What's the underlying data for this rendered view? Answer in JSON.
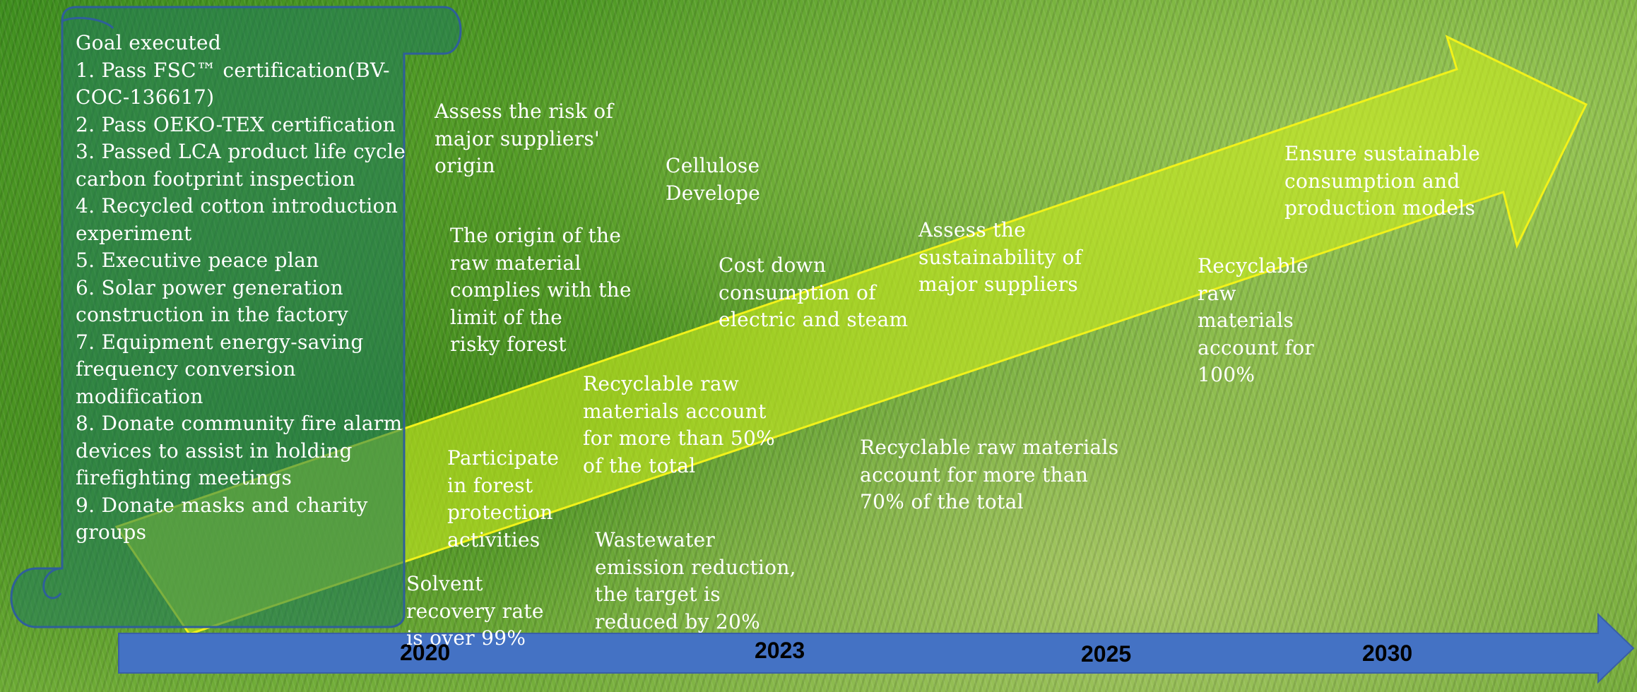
{
  "goal_box": {
    "title": "Goal executed",
    "items": [
      "1. Pass FSC™ certification(BV-COC-136617)",
      "2. Pass OEKO-TEX certification",
      "3. Passed LCA product life cycle carbon footprint inspection",
      "4. Recycled cotton introduction experiment",
      "5. Executive peace plan",
      "6. Solar power generation construction in the factory",
      "7. Equipment energy-saving frequency conversion modification",
      "8. Donate community fire alarm devices to assist in holding firefighting meetings",
      "9. Donate masks and charity groups"
    ]
  },
  "timeline": {
    "years": [
      "2020",
      "2023",
      "2025",
      "2030"
    ]
  },
  "notes": {
    "risk_origin": "Assess the risk of\nmajor suppliers'\norigin",
    "cellulose": "Cellulose\nDevelope",
    "raw_origin": "The origin of the\nraw material\ncomplies with the\nlimit of the\nrisky forest",
    "cost_down": "Cost down\nconsumption of\nelectric and steam",
    "sustainability": "Assess the\nsustainability of\nmajor suppliers",
    "ensure": "Ensure sustainable\nconsumption and\nproduction models",
    "recyclable_100": "Recyclable\nraw\nmaterials\naccount for\n100%",
    "recyclable_50": "Recyclable raw\nmaterials account\nfor more than 50%\nof the total",
    "recyclable_70": "Recyclable raw materials\naccount for more than\n70% of the total",
    "forest": "Participate\nin forest\nprotection\nactivities",
    "wastewater": "Wastewater\nemission reduction,\nthe target is\nreduced by 20%",
    "solvent": "Solvent\nrecovery rate\nis over 99%"
  },
  "colors": {
    "arrow_fill": "#c8ea1f",
    "arrow_stroke": "#f2f21a",
    "scroll_fill": "#1e7a5c",
    "scroll_stroke": "#2f5f9a",
    "timeline_fill": "#4472c4",
    "text": "#ffffff"
  }
}
